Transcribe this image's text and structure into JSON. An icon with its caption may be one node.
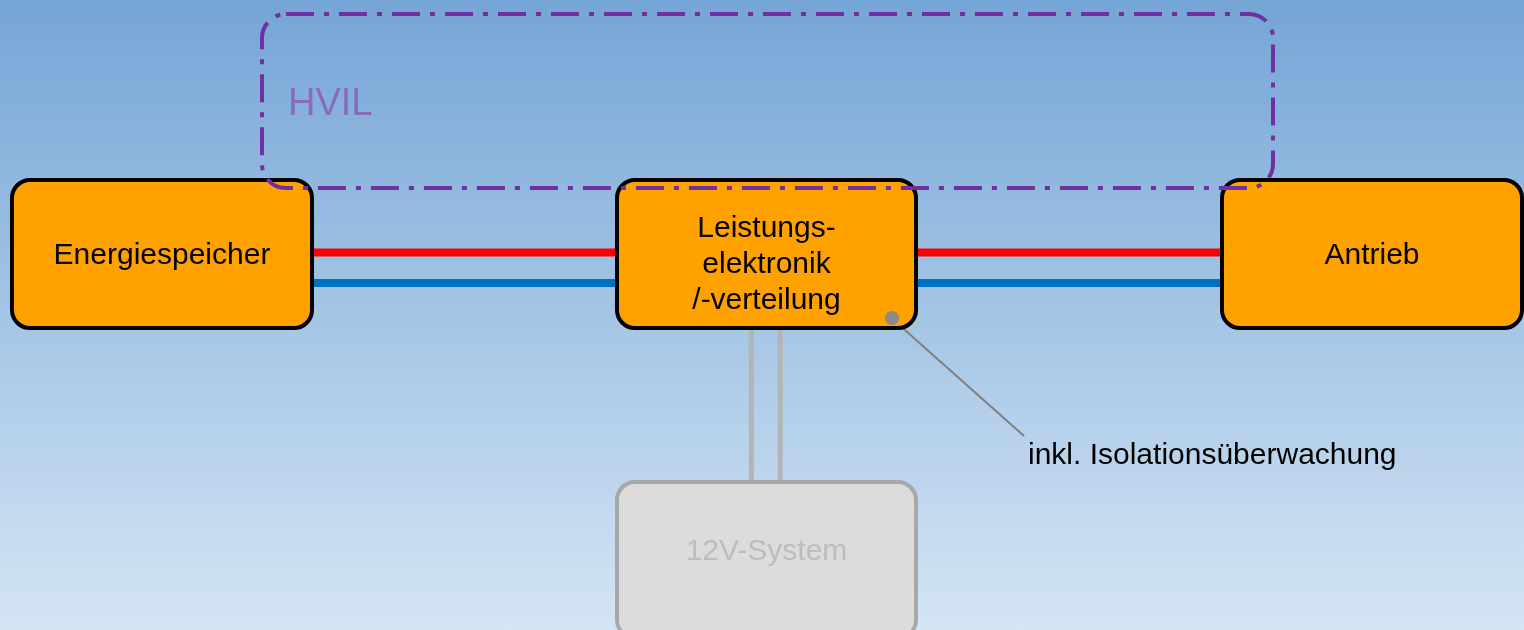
{
  "diagram": {
    "nodes": [
      {
        "text": [
          "Energiespeicher"
        ]
      },
      {
        "text": [
          "Leistungs- elektronik /-verteilung"
        ]
      },
      {
        "text": [
          "Antrieb"
        ]
      },
      {
        "text": [
          "12V-System"
        ]
      },
      {
        "text": [
          "HVIL"
        ]
      },
      {
        "text": [
          "inkl. Isolationsüberwachung"
        ]
      },
      {
        "text": [],
        "shape": "circle",
        "in": 1
      }
    ],
    "edges": [
      {
        "from": 0,
        "to": 1,
        "arrow": "none",
        "color": "#ff0000"
      },
      {
        "from": 0,
        "to": 1,
        "arrow": "none",
        "color": "#0070c0"
      },
      {
        "from": 1,
        "to": 2,
        "arrow": "none",
        "color": "#ff0000"
      },
      {
        "from": 1,
        "to": 2,
        "arrow": "none",
        "color": "#0070c0"
      },
      {
        "from": 1,
        "to": 3,
        "arrow": "none",
        "color": "#b4b4b4"
      },
      {
        "from": 1,
        "to": 3,
        "arrow": "none",
        "color": "#b4b4b4"
      },
      {
        "from": 5,
        "to": 6,
        "arrow": "none",
        "color": "#808080"
      }
    ]
  }
}
